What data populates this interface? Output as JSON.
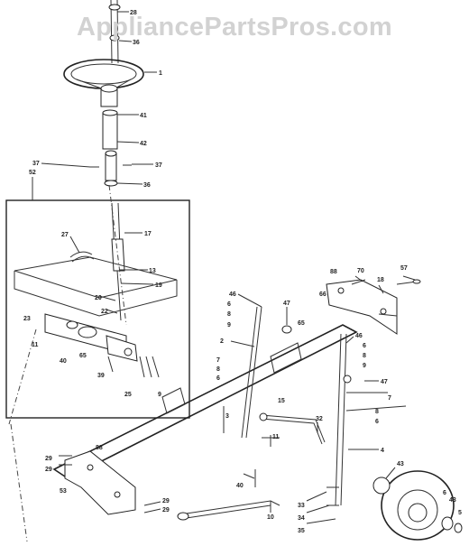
{
  "watermark": "AppliancePartsPros.com",
  "callouts": [
    {
      "id": "c28a",
      "label": "28"
    },
    {
      "id": "c36a",
      "label": "36"
    },
    {
      "id": "c1",
      "label": "1"
    },
    {
      "id": "c41",
      "label": "41"
    },
    {
      "id": "c42",
      "label": "42"
    },
    {
      "id": "c37a",
      "label": "37"
    },
    {
      "id": "c37b",
      "label": "37"
    },
    {
      "id": "c36b",
      "label": "36"
    },
    {
      "id": "c52",
      "label": "52"
    },
    {
      "id": "c27",
      "label": "27"
    },
    {
      "id": "c17",
      "label": "17"
    },
    {
      "id": "c13",
      "label": "13"
    },
    {
      "id": "c19",
      "label": "19"
    },
    {
      "id": "c20",
      "label": "20"
    },
    {
      "id": "c22",
      "label": "22"
    },
    {
      "id": "c23",
      "label": "23"
    },
    {
      "id": "c11a",
      "label": "11"
    },
    {
      "id": "c40a",
      "label": "40"
    },
    {
      "id": "c65a",
      "label": "65"
    },
    {
      "id": "c39",
      "label": "39"
    },
    {
      "id": "c25",
      "label": "25"
    },
    {
      "id": "c9a",
      "label": "9"
    },
    {
      "id": "c46a",
      "label": "46"
    },
    {
      "id": "c6a",
      "label": "6"
    },
    {
      "id": "c8a",
      "label": "8"
    },
    {
      "id": "c9b",
      "label": "9"
    },
    {
      "id": "c47a",
      "label": "47"
    },
    {
      "id": "c65b",
      "label": "65"
    },
    {
      "id": "c2",
      "label": "2"
    },
    {
      "id": "c7a",
      "label": "7"
    },
    {
      "id": "c8b",
      "label": "8"
    },
    {
      "id": "c6b",
      "label": "6"
    },
    {
      "id": "c15",
      "label": "15"
    },
    {
      "id": "c3",
      "label": "3"
    },
    {
      "id": "c88a",
      "label": "88"
    },
    {
      "id": "c70",
      "label": "70"
    },
    {
      "id": "c18",
      "label": "18"
    },
    {
      "id": "c57",
      "label": "57"
    },
    {
      "id": "c66",
      "label": "66"
    },
    {
      "id": "c46b",
      "label": "46"
    },
    {
      "id": "c6c",
      "label": "6"
    },
    {
      "id": "c8c",
      "label": "8"
    },
    {
      "id": "c9c",
      "label": "9"
    },
    {
      "id": "c47b",
      "label": "47"
    },
    {
      "id": "c7b",
      "label": "7"
    },
    {
      "id": "c8d",
      "label": "8"
    },
    {
      "id": "c6d",
      "label": "6"
    },
    {
      "id": "c32",
      "label": "32"
    },
    {
      "id": "c11b",
      "label": "11"
    },
    {
      "id": "c4",
      "label": "4"
    },
    {
      "id": "c88b",
      "label": "88"
    },
    {
      "id": "c29a",
      "label": "29"
    },
    {
      "id": "c29b",
      "label": "29"
    },
    {
      "id": "c53",
      "label": "53"
    },
    {
      "id": "c40b",
      "label": "40"
    },
    {
      "id": "c29c",
      "label": "29"
    },
    {
      "id": "c29d",
      "label": "29"
    },
    {
      "id": "c10",
      "label": "10"
    },
    {
      "id": "c33",
      "label": "33"
    },
    {
      "id": "c34",
      "label": "34"
    },
    {
      "id": "c35",
      "label": "35"
    },
    {
      "id": "c43a",
      "label": "43"
    },
    {
      "id": "c6e",
      "label": "6"
    },
    {
      "id": "c43b",
      "label": "43"
    },
    {
      "id": "c5",
      "label": "5"
    }
  ]
}
